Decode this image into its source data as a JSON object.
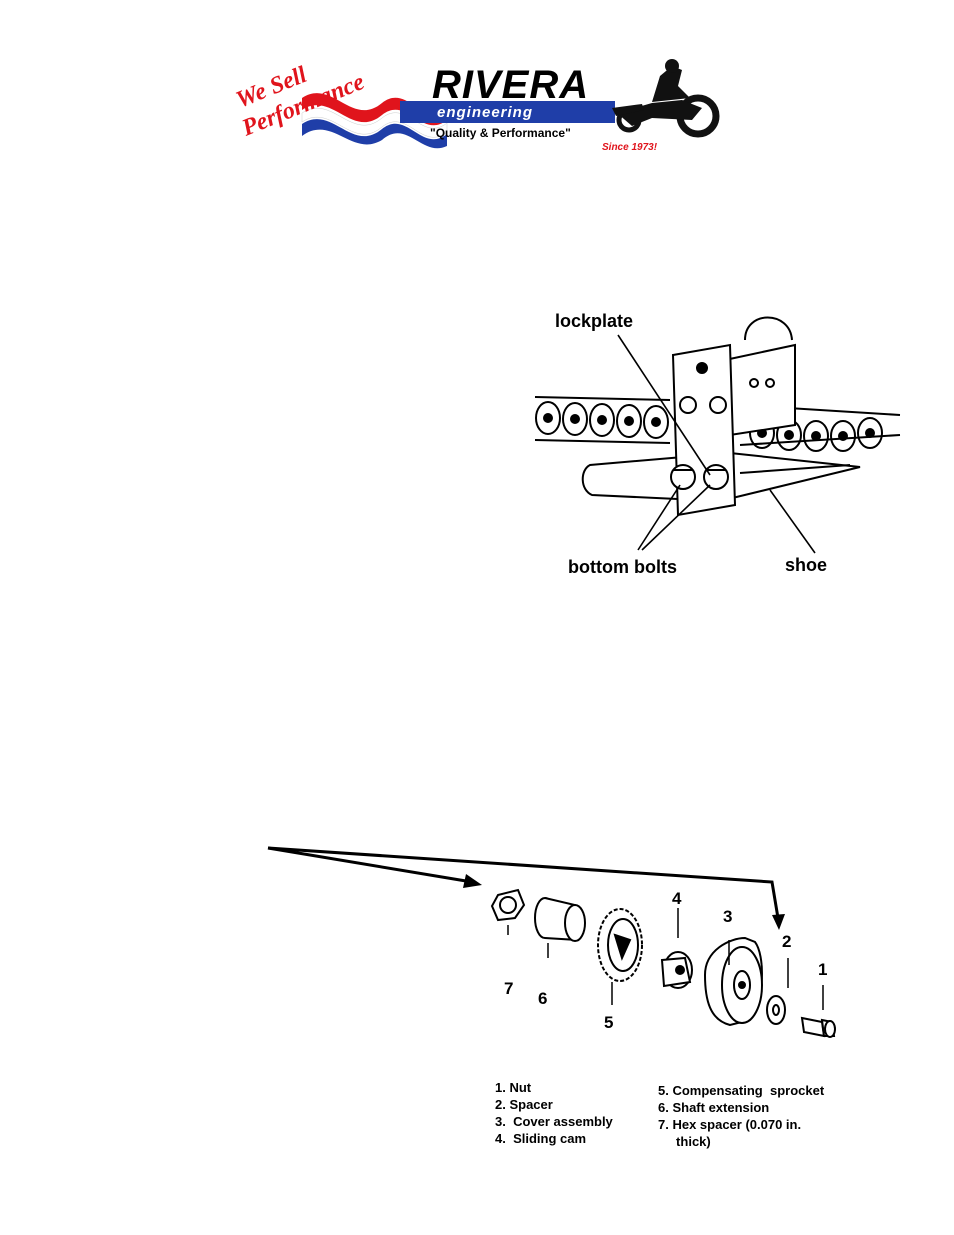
{
  "logo": {
    "slogan_line1": "We Sell",
    "slogan_line2": "Performance",
    "brand": "RIVERA",
    "subbrand": "engineering",
    "tagline": "\"Quality & Performance\"",
    "since": "Since 1973!",
    "colors": {
      "red": "#e0141c",
      "blue": "#1f3ea8",
      "black": "#000000"
    }
  },
  "figure1": {
    "labels": {
      "lockplate": "lockplate",
      "bottom_bolts": "bottom bolts",
      "shoe": "shoe"
    }
  },
  "figure2": {
    "part_numbers": [
      "1",
      "2",
      "3",
      "4",
      "5",
      "6",
      "7"
    ],
    "legend_left": [
      "1. Nut",
      "2. Spacer",
      "3.  Cover assembly",
      "4.  Sliding cam"
    ],
    "legend_right": [
      "5. Compensating  sprocket",
      "6. Shaft extension",
      "7. Hex spacer (0.070 in.",
      "     thick)"
    ]
  }
}
